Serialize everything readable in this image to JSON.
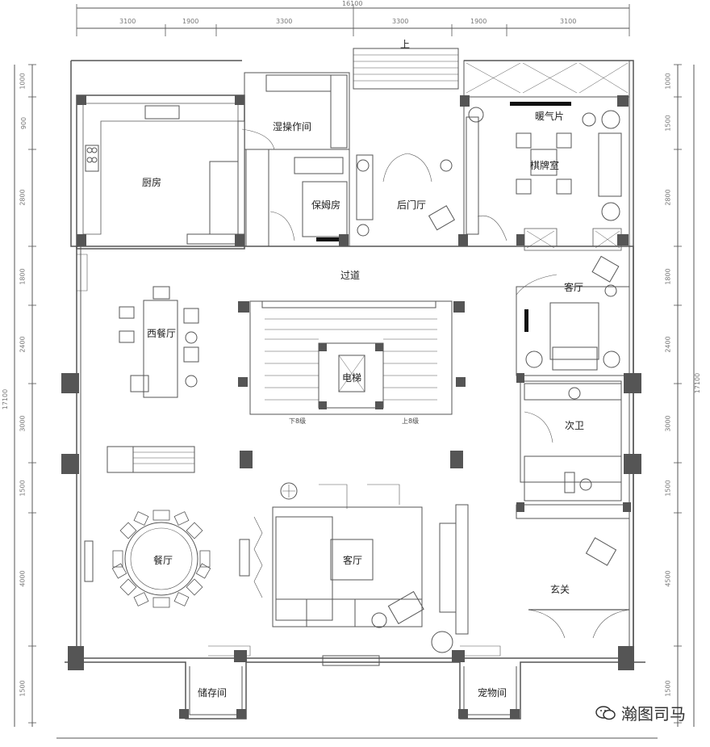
{
  "rooms": {
    "kitchen": "厨房",
    "wet_room": "湿操作间",
    "nanny_room": "保姆房",
    "back_hall": "后门厅",
    "heater": "暖气片",
    "chess_room": "棋牌室",
    "corridor": "过道",
    "west_dining": "西餐厅",
    "elevator": "电梯",
    "guest_room": "客厅",
    "second_bath": "次卫",
    "dining": "餐厅",
    "living": "客厅",
    "foyer": "玄关",
    "storage": "储存间",
    "pet_room": "宠物间"
  },
  "labels": {
    "up_top": "上",
    "down_steps": "下8级",
    "up_steps": "上8级"
  },
  "dimensions": {
    "top_total": "16100",
    "top": [
      "3100",
      "1900",
      "3300",
      "3300",
      "1900",
      "3100"
    ],
    "left_total": "17100",
    "left": [
      "1000",
      "900",
      "2800",
      "1800",
      "2400",
      "3000",
      "1500",
      "4000",
      "1500"
    ],
    "right_total": "17100",
    "right": [
      "1000",
      "1500",
      "2800",
      "1800",
      "2400",
      "3000",
      "1500",
      "4500",
      "1500"
    ]
  },
  "watermark": "瀚图司马"
}
